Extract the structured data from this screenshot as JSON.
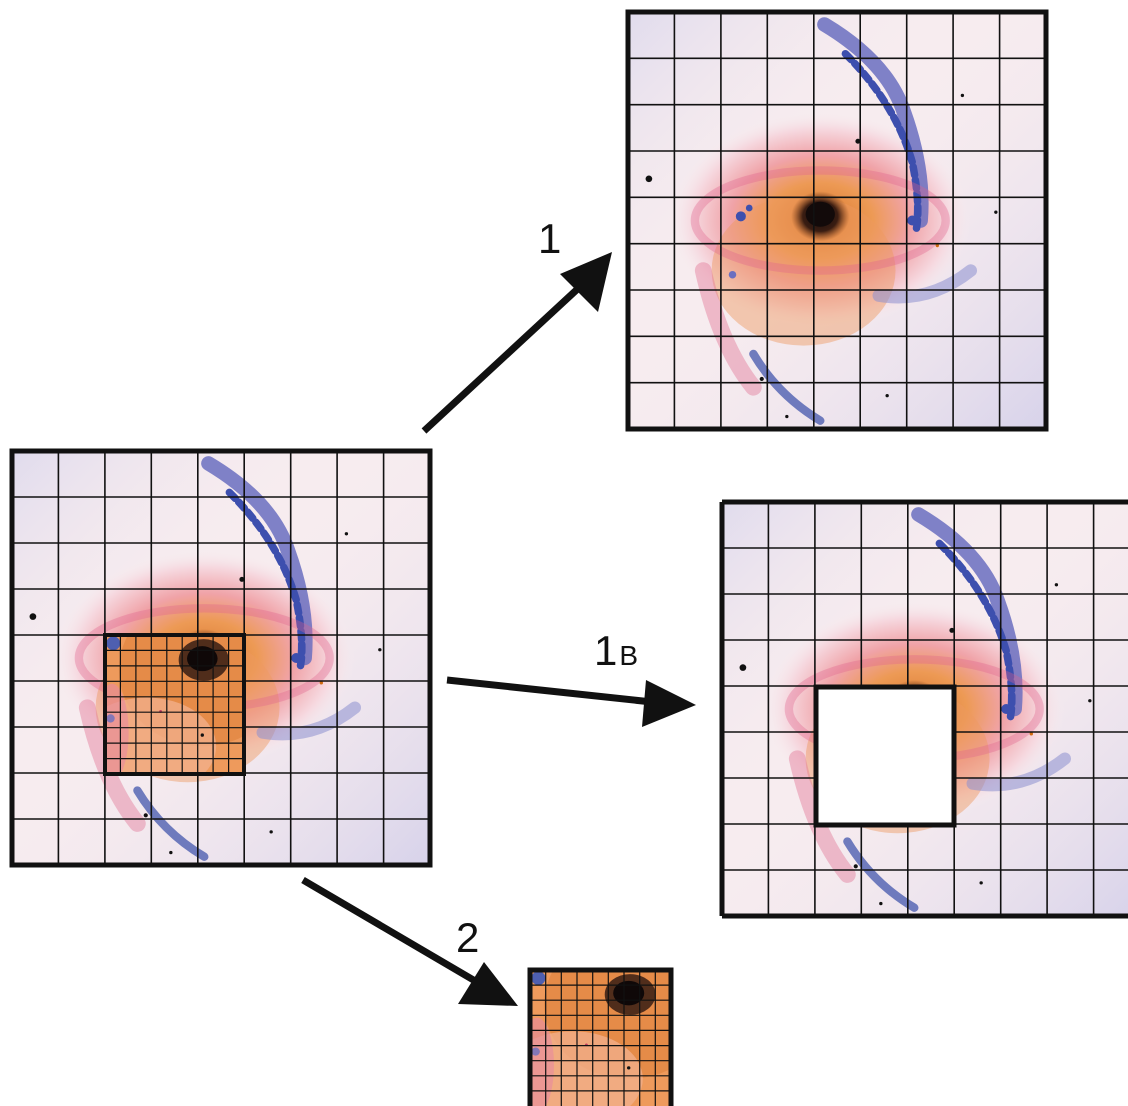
{
  "labels": {
    "arrow1": "1",
    "arrow1b_main": "1",
    "arrow1b_sub": "B",
    "arrow2": "2"
  },
  "colors": {
    "background": "#f7ecef",
    "core": "#1a0f10",
    "arm_blue": "#4e5fb0",
    "halo_orange": "#e8924c",
    "halo_pink": "#e98ca6",
    "grid": "#111111"
  }
}
